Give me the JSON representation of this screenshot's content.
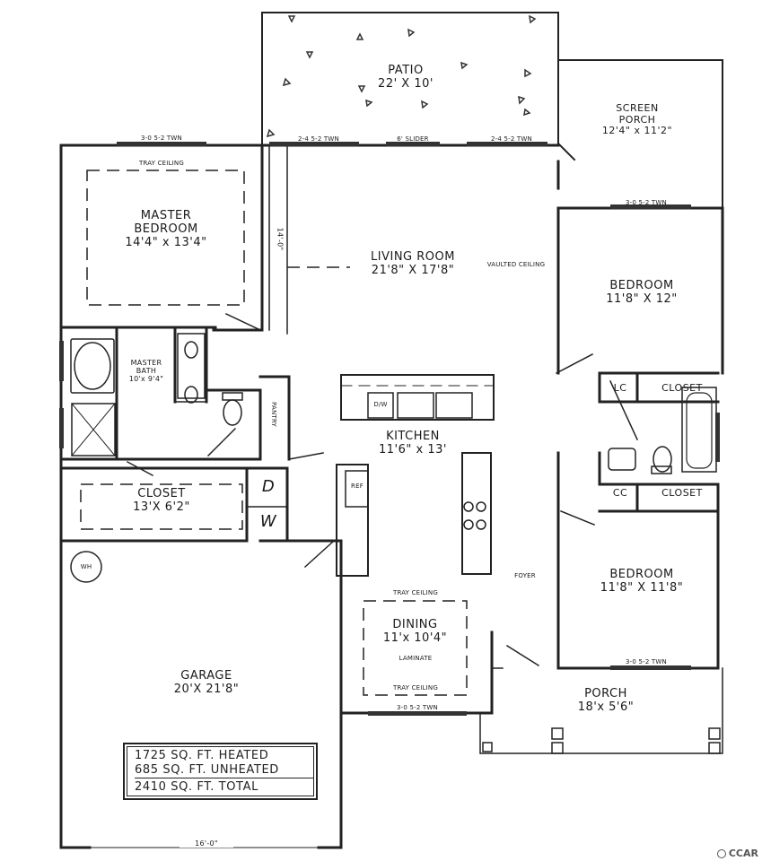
{
  "rooms": {
    "patio": {
      "name": "PATIO",
      "dims": "22' X 10'"
    },
    "screen_porch": {
      "name": "SCREEN PORCH",
      "name1": "SCREEN",
      "name2": "PORCH",
      "dims": "12'4\" x 11'2\""
    },
    "master_bedroom": {
      "name1": "MASTER",
      "name2": "BEDROOM",
      "dims": "14'4\" x 13'4\"",
      "note": "TRAY CEILING"
    },
    "living_room": {
      "name": "LIVING ROOM",
      "dims": "21'8\" X 17'8\"",
      "note": "VAULTED CEILING",
      "dim_vertical": "14'-0\""
    },
    "bedroom_upper": {
      "name": "BEDROOM",
      "dims": "11'8\" X 12\""
    },
    "master_bath": {
      "name1": "MASTER",
      "name2": "BATH",
      "dims": "10'x 9'4\""
    },
    "kitchen": {
      "name": "KITCHEN",
      "dims": "11'6\" x 13'"
    },
    "pantry": {
      "name": "PANTRY"
    },
    "closet_master": {
      "name": "CLOSET",
      "dims": "13'X 6'2\""
    },
    "laundry": {
      "d": "D",
      "w": "W"
    },
    "ref": {
      "name": "REF"
    },
    "dw": {
      "name": "D/W"
    },
    "lc": {
      "name": "LC"
    },
    "closet_upper": {
      "name": "CLOSET"
    },
    "cc": {
      "name": "CC"
    },
    "closet_lower": {
      "name": "CLOSET"
    },
    "foyer": {
      "name": "FOYER"
    },
    "bedroom_lower": {
      "name": "BEDROOM",
      "dims": "11'8\" X 11'8\""
    },
    "dining": {
      "name": "DINING",
      "dims": "11'x 10'4\"",
      "note": "LAMINATE",
      "ceiling_top": "TRAY CEILING",
      "ceiling_bottom": "TRAY CEILING"
    },
    "porch": {
      "name": "PORCH",
      "dims": "18'x 5'6\""
    },
    "garage": {
      "name": "GARAGE",
      "dims": "20'X 21'8\"",
      "door_width": "16'-0\""
    },
    "water_heater": {
      "name": "WH"
    }
  },
  "windows": {
    "master_top": "3-0 5-2 TWN",
    "living_left": "2-4 5-2 TWN",
    "slider": "6' SLIDER",
    "living_right": "2-4 5-2 TWN",
    "bedroom_upper_top": "3-0 5-2 TWN",
    "bedroom_lower_bottom": "3-0 5-2 TWN",
    "dining_bottom": "3-0 5-2 TWN"
  },
  "sqft": {
    "heated": "1725 SQ. FT.   HEATED",
    "unheated": "685 SQ. FT. UNHEATED",
    "total": "2410 SQ. FT.   TOTAL"
  },
  "watermark": "CCAR"
}
